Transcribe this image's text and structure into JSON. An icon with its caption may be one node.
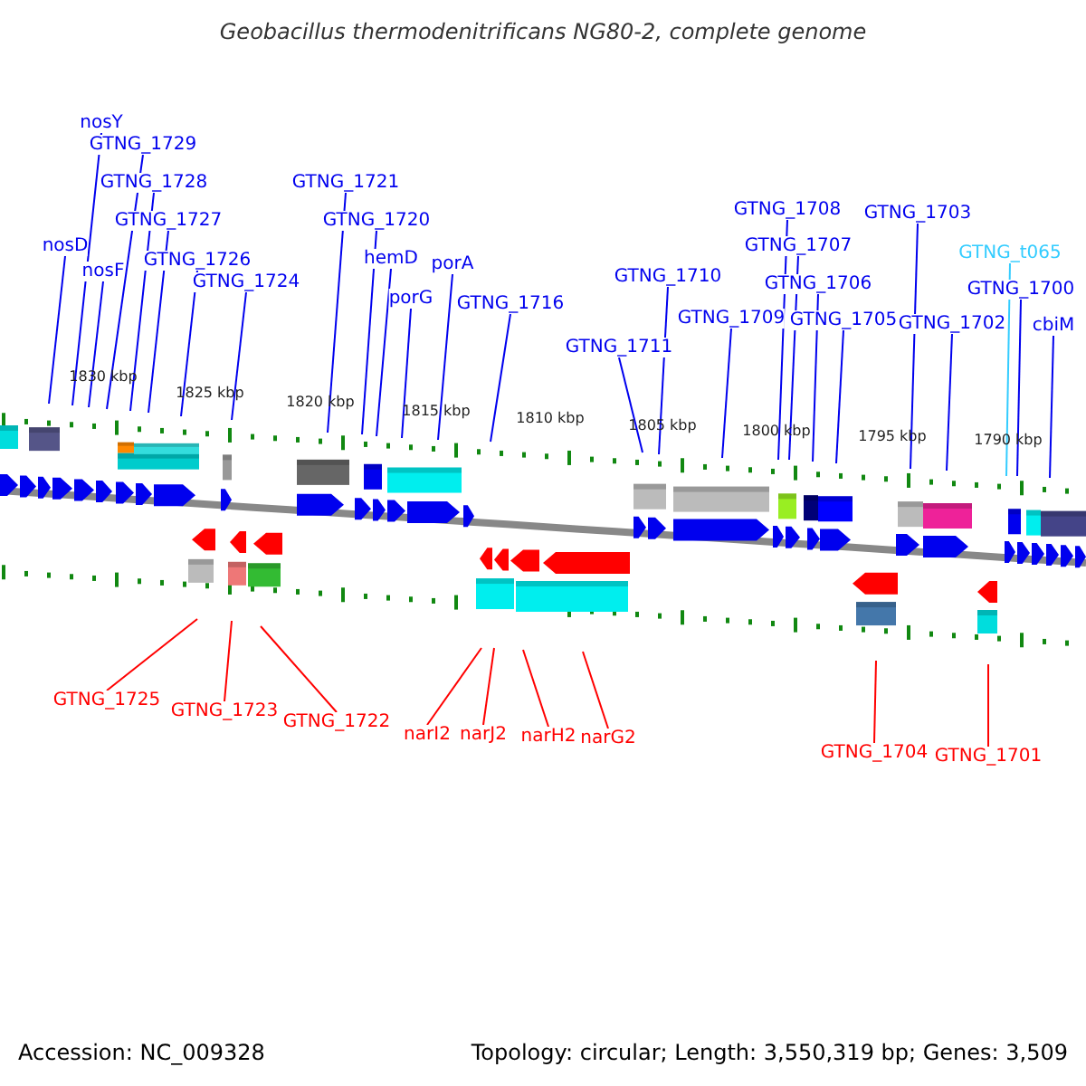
{
  "diagram": {
    "title": "Geobacillus thermodenitrificans NG80-2, complete genome",
    "nodes": [
      {
        "text": [
          "nosD"
        ]
      },
      {
        "text": [
          "nosY"
        ]
      },
      {
        "text": [
          "nosF"
        ]
      },
      {
        "text": [
          "GTNG_1729"
        ]
      },
      {
        "text": [
          "GTNG_1728"
        ]
      },
      {
        "text": [
          "GTNG_1727"
        ]
      },
      {
        "text": [
          "GTNG_1726"
        ]
      },
      {
        "text": [
          "GTNG_1724"
        ]
      },
      {
        "text": [
          "GTNG_1721"
        ]
      },
      {
        "text": [
          "GTNG_1720"
        ]
      },
      {
        "text": [
          "hemD"
        ]
      },
      {
        "text": [
          "porG"
        ]
      },
      {
        "text": [
          "porA"
        ]
      },
      {
        "text": [
          "GTNG_1716"
        ]
      },
      {
        "text": [
          "GTNG_1711"
        ]
      },
      {
        "text": [
          "GTNG_1710"
        ]
      },
      {
        "text": [
          "GTNG_1709"
        ]
      },
      {
        "text": [
          "GTNG_1708"
        ]
      },
      {
        "text": [
          "GTNG_1707"
        ]
      },
      {
        "text": [
          "GTNG_1706"
        ]
      },
      {
        "text": [
          "GTNG_1705"
        ]
      },
      {
        "text": [
          "GTNG_1703"
        ]
      },
      {
        "text": [
          "GTNG_1702"
        ]
      },
      {
        "text": [
          "GTNG_t065"
        ]
      },
      {
        "text": [
          "GTNG_1700"
        ]
      },
      {
        "text": [
          "cbiM"
        ]
      },
      {
        "text": [
          "GTNG_1725"
        ]
      },
      {
        "text": [
          "GTNG_1723"
        ]
      },
      {
        "text": [
          "GTNG_1722"
        ]
      },
      {
        "text": [
          "narI2"
        ]
      },
      {
        "text": [
          "narJ2"
        ]
      },
      {
        "text": [
          "narH2"
        ]
      },
      {
        "text": [
          "narG2"
        ]
      },
      {
        "text": [
          "GTNG_1704"
        ]
      },
      {
        "text": [
          "GTNG_1701"
        ]
      }
    ],
    "edges": [
      {
        "from": 0,
        "to": null,
        "arrow": "none"
      },
      {
        "from": 1,
        "to": null,
        "arrow": "none"
      },
      {
        "from": 2,
        "to": null,
        "arrow": "none"
      },
      {
        "from": 3,
        "to": null,
        "arrow": "none"
      },
      {
        "from": 4,
        "to": null,
        "arrow": "none"
      },
      {
        "from": 5,
        "to": null,
        "arrow": "none"
      },
      {
        "from": 6,
        "to": null,
        "arrow": "none"
      },
      {
        "from": 7,
        "to": null,
        "arrow": "none"
      },
      {
        "from": 8,
        "to": null,
        "arrow": "none"
      },
      {
        "from": 9,
        "to": null,
        "arrow": "none"
      },
      {
        "from": 10,
        "to": null,
        "arrow": "none"
      },
      {
        "from": 11,
        "to": null,
        "arrow": "none"
      },
      {
        "from": 12,
        "to": null,
        "arrow": "none"
      },
      {
        "from": 13,
        "to": null,
        "arrow": "none"
      },
      {
        "from": 14,
        "to": null,
        "arrow": "none"
      },
      {
        "from": 15,
        "to": null,
        "arrow": "none"
      },
      {
        "from": 16,
        "to": null,
        "arrow": "none"
      },
      {
        "from": 17,
        "to": null,
        "arrow": "none"
      },
      {
        "from": 18,
        "to": null,
        "arrow": "none"
      },
      {
        "from": 19,
        "to": null,
        "arrow": "none"
      },
      {
        "from": 20,
        "to": null,
        "arrow": "none"
      },
      {
        "from": 21,
        "to": null,
        "arrow": "none"
      },
      {
        "from": 22,
        "to": null,
        "arrow": "none"
      },
      {
        "from": 23,
        "to": null,
        "arrow": "none",
        "color": "#33ccff"
      },
      {
        "from": 24,
        "to": null,
        "arrow": "none"
      },
      {
        "from": 25,
        "to": null,
        "arrow": "none"
      },
      {
        "from": 26,
        "to": null,
        "arrow": "none",
        "color": "#ff0000"
      },
      {
        "from": 27,
        "to": null,
        "arrow": "none",
        "color": "#ff0000"
      },
      {
        "from": 28,
        "to": null,
        "arrow": "none",
        "color": "#ff0000"
      },
      {
        "from": 29,
        "to": null,
        "arrow": "none",
        "color": "#ff0000"
      },
      {
        "from": 30,
        "to": null,
        "arrow": "none",
        "color": "#ff0000"
      },
      {
        "from": 31,
        "to": null,
        "arrow": "none",
        "color": "#ff0000"
      },
      {
        "from": 32,
        "to": null,
        "arrow": "none",
        "color": "#ff0000"
      },
      {
        "from": 33,
        "to": null,
        "arrow": "none",
        "color": "#ff0000"
      },
      {
        "from": 34,
        "to": null,
        "arrow": "none",
        "color": "#ff0000"
      }
    ],
    "labels": [
      "1830 kbp",
      "1825 kbp",
      "1820 kbp",
      "1815 kbp",
      "1810 kbp",
      "1805 kbp",
      "1800 kbp",
      "1795 kbp",
      "1790 kbp",
      "Accession: NC_009328",
      "Topology: circular; Length: 3,550,319 bp; Genes: 3,509"
    ]
  }
}
